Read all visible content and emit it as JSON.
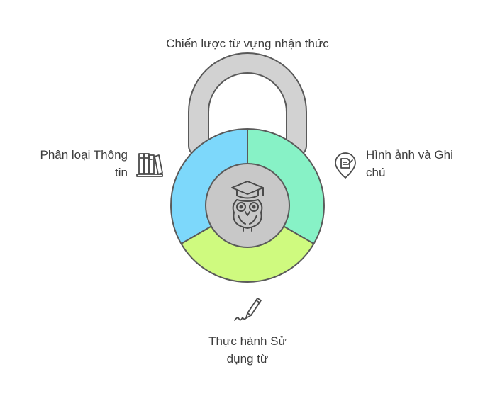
{
  "title": "Chiến lược từ vựng nhận thức",
  "segments": [
    {
      "id": "left",
      "label_line1": "Phân loại Thông",
      "label_line2": "tin",
      "color": "#7dd8fb",
      "icon": "books-icon"
    },
    {
      "id": "right",
      "label_line1": "Hình ảnh và Ghi",
      "label_line2": "chú",
      "color": "#87f2c6",
      "icon": "note-pin-icon"
    },
    {
      "id": "bottom",
      "label_line1": "Thực hành Sử",
      "label_line2": "dụng từ",
      "color": "#cffa7f",
      "icon": "pen-icon"
    }
  ],
  "center": {
    "icon": "owl-graduate-icon",
    "color": "#c8c8c8"
  },
  "shackle_color": "#d2d2d2"
}
